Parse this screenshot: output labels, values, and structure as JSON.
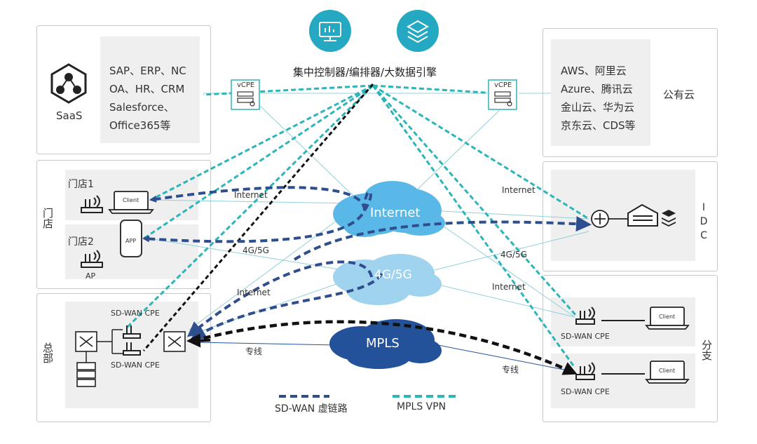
{
  "controller": {
    "label": "集中控制器/编排器/大数据引擎",
    "icon1": "monitor-chart-icon",
    "icon2": "layers-icon"
  },
  "saas": {
    "name": "SaaS",
    "apps": [
      "SAP、ERP、NC",
      "OA、HR、CRM",
      "Salesforce、",
      "Office365等"
    ],
    "vcpe": "vCPE"
  },
  "public_cloud": {
    "name": "公有云",
    "providers": [
      "AWS、阿里云",
      "Azure、腾讯云",
      "金山云、华为云",
      "京东云、CDS等"
    ],
    "vcpe": "vCPE"
  },
  "store": {
    "name": "门店",
    "store1": "门店1",
    "store2": "门店2",
    "client": "Client",
    "app": "APP",
    "ap": "AP"
  },
  "idc": {
    "name": "IDC"
  },
  "hq": {
    "name": "总部",
    "cpe_top": "SD-WAN CPE",
    "cpe_bottom": "SD-WAN CPE"
  },
  "branch": {
    "name": "分支",
    "cpe_top": "SD-WAN CPE",
    "cpe_bottom": "SD-WAN CPE",
    "client": "Client"
  },
  "clouds": {
    "internet": "Internet",
    "cellular": "4G/5G",
    "mpls": "MPLS"
  },
  "link_labels": {
    "internet_store": "Internet",
    "cellular_store": "4G/5G",
    "internet_hq": "Internet",
    "dedicated_hq": "专线",
    "internet_idc": "Internet",
    "cellular_idc": "4G/5G",
    "internet_branch": "Internet",
    "dedicated_branch": "专线"
  },
  "legend": {
    "sdwan": "SD-WAN 虚链路",
    "mpls_vpn": "MPLS VPN"
  },
  "colors": {
    "sdwan": "#2e4e8e",
    "mpls_vpn": "#2bb5b8",
    "internet_cloud": "#5ab8e8",
    "cellular_cloud": "#9fd3ee",
    "mpls_cloud": "#24529a",
    "controller_icon": "#25a9c2"
  }
}
